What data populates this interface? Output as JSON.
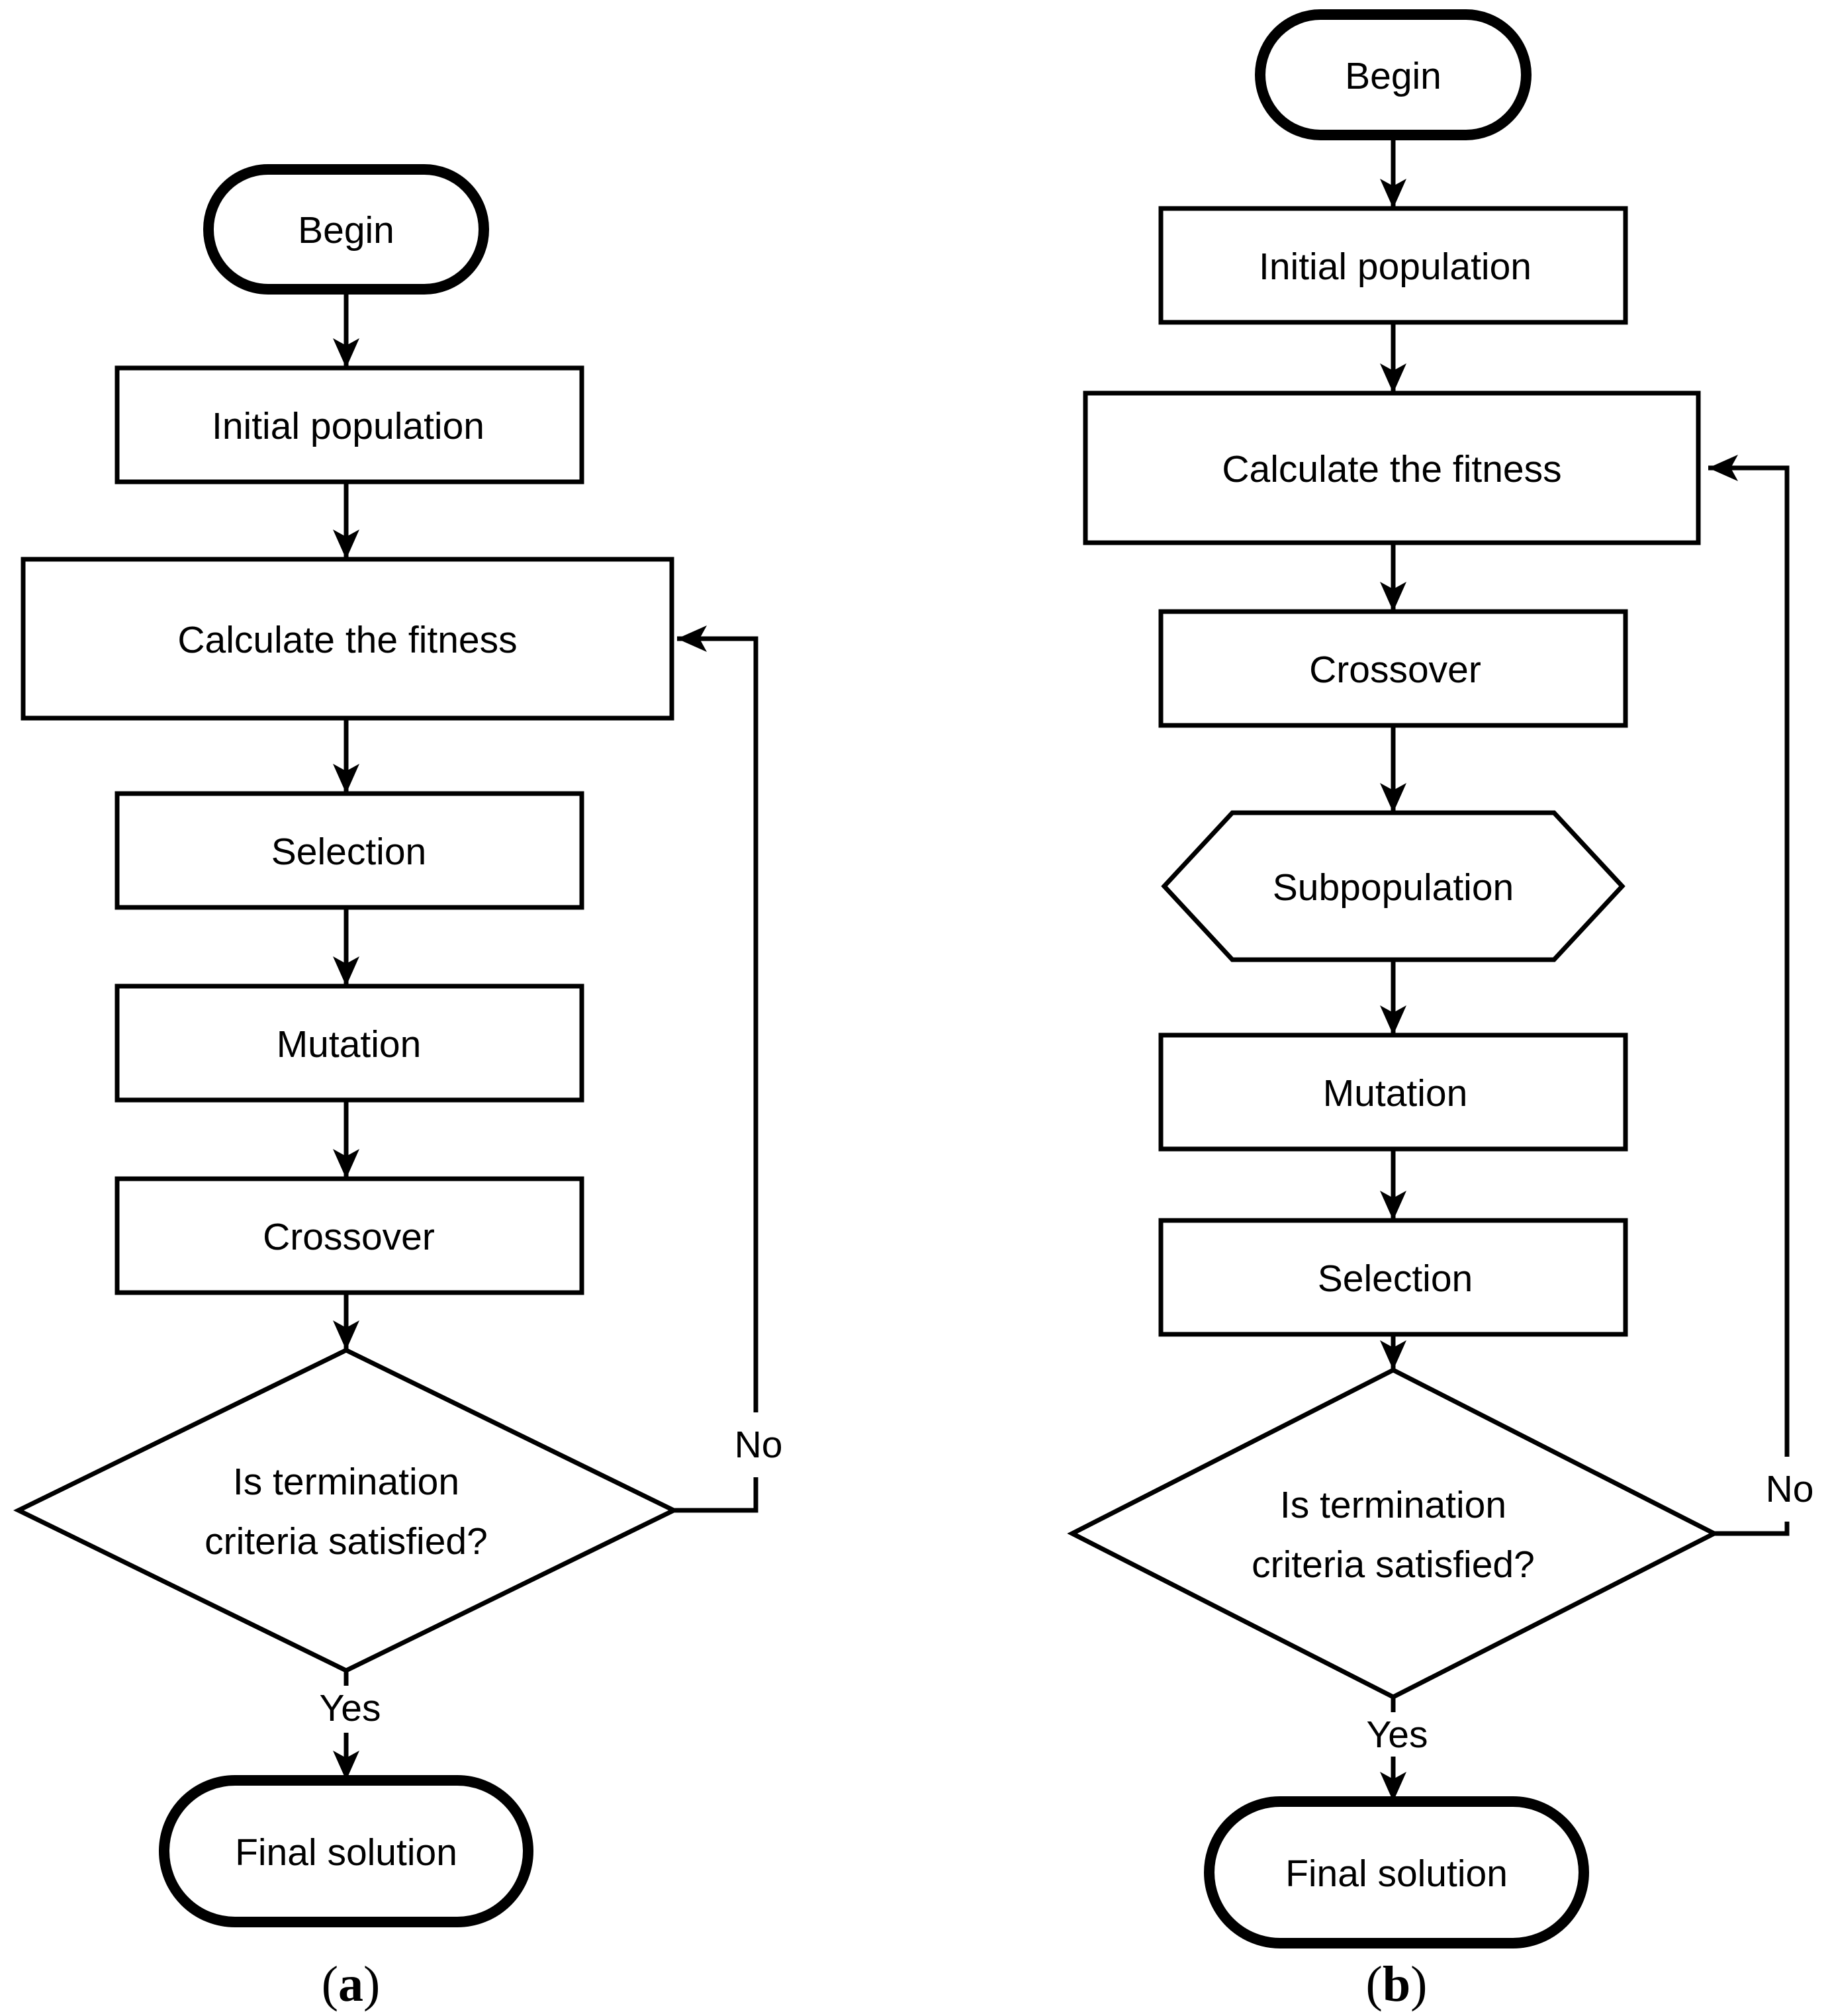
{
  "colors": {
    "background": "#ffffff",
    "stroke": "#000000",
    "text": "#000000"
  },
  "flowchart_a": {
    "caption": {
      "open": "(",
      "letter": "a",
      "close": ")"
    },
    "begin_label": "Begin",
    "steps": [
      "Initial population",
      "Calculate the fitness",
      "Selection",
      "Mutation",
      "Crossover"
    ],
    "decision": {
      "line1": "Is termination",
      "line2": "criteria satisfied?"
    },
    "yes_label": "Yes",
    "no_label": "No",
    "end_label": "Final solution"
  },
  "flowchart_b": {
    "caption": {
      "open": "(",
      "letter": "b",
      "close": ")"
    },
    "begin_label": "Begin",
    "steps": [
      "Initial population",
      "Calculate the fitness",
      "Crossover",
      "Subpopulation",
      "Mutation",
      "Selection"
    ],
    "decision": {
      "line1": "Is termination",
      "line2": "criteria satisfied?"
    },
    "yes_label": "Yes",
    "no_label": "No",
    "end_label": "Final solution"
  }
}
